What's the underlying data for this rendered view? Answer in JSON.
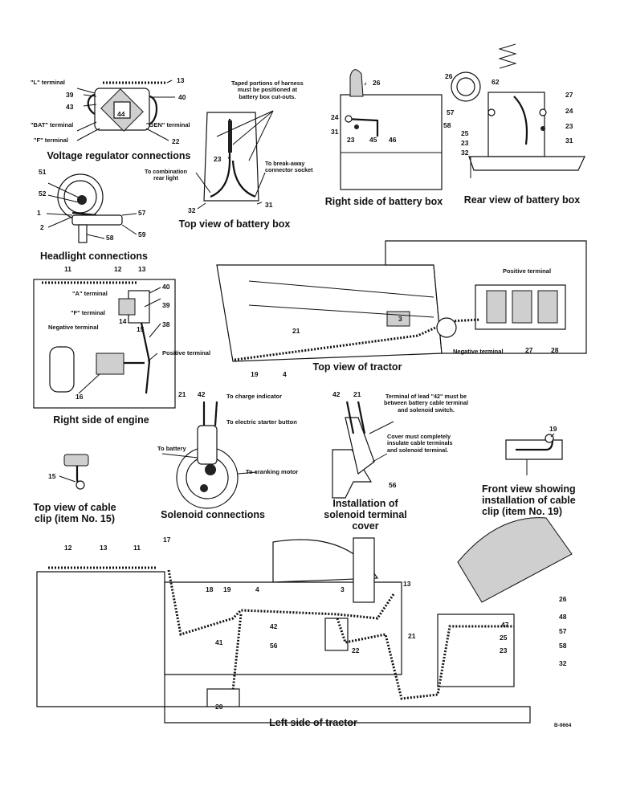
{
  "captions": {
    "voltage_regulator": "Voltage regulator connections",
    "top_battery_box": "Top view of battery box",
    "right_battery_box": "Right side of battery box",
    "rear_battery_box": "Rear view of battery box",
    "headlight": "Headlight connections",
    "right_engine": "Right side of engine",
    "top_tractor": "Top view of tractor",
    "top_cable_clip": "Top view of cable clip (item No. 15)",
    "solenoid_connections": "Solenoid connections",
    "installation_solenoid_cover": "Installation of solenoid terminal cover",
    "front_view_cable_clip": "Front view showing installation of cable clip (item No. 19)",
    "left_side_tractor": "Left side of tractor"
  },
  "labels": {
    "l_terminal": "\"L\" terminal",
    "bat_terminal": "\"BAT\" terminal",
    "gen_terminal": "\"GEN\" terminal",
    "f_terminal": "\"F\" terminal",
    "a_terminal": "\"A\" terminal",
    "f_terminal_2": "\"F\" terminal",
    "negative_terminal": "Negative terminal",
    "positive_terminal": "Positive terminal",
    "positive_terminal_2": "Positive terminal",
    "negative_terminal_2": "Negative terminal",
    "to_combination_rear_light": "To combination\nrear light",
    "to_breakaway_socket": "To break-away\nconnector socket",
    "to_charge_indicator": "To charge indicator",
    "to_electric_starter": "To electric starter button",
    "to_battery": "To battery",
    "to_cranking_motor": "To cranking motor"
  },
  "notes": {
    "taped_portions": "Taped portions of harness\nmust be positioned at\nbattery box cut-outs.",
    "terminal_lead_42": "Terminal of lead \"42\" must be\nbetween battery cable terminal\nand solenoid switch.",
    "cover_must": "Cover must completely\ninsulate cable terminals\nand solenoid terminal."
  },
  "callouts": {
    "vr": [
      "13",
      "39",
      "43",
      "40",
      "44",
      "22"
    ],
    "tbb": [
      "23",
      "31",
      "32"
    ],
    "rsbb": [
      "26",
      "24",
      "31",
      "23",
      "45",
      "46"
    ],
    "rvbb": [
      "26",
      "62",
      "27",
      "57",
      "24",
      "58",
      "25",
      "23",
      "23",
      "32",
      "31"
    ],
    "hl": [
      "51",
      "52",
      "1",
      "2",
      "57",
      "58",
      "59"
    ],
    "re": [
      "11",
      "12",
      "13",
      "40",
      "39",
      "14",
      "15",
      "38",
      "16"
    ],
    "tt": [
      "3",
      "21",
      "19",
      "4",
      "27",
      "28"
    ],
    "sol": [
      "21",
      "42"
    ],
    "cover": [
      "42",
      "21",
      "56"
    ],
    "clip15": [
      "15"
    ],
    "clip19": [
      "19"
    ],
    "ls": [
      "12",
      "13",
      "11",
      "17",
      "18",
      "19",
      "4",
      "3",
      "13",
      "42",
      "41",
      "56",
      "22",
      "21",
      "20",
      "26",
      "47",
      "48",
      "57",
      "25",
      "58",
      "23",
      "32"
    ]
  },
  "drawing_ref": "B-9664"
}
